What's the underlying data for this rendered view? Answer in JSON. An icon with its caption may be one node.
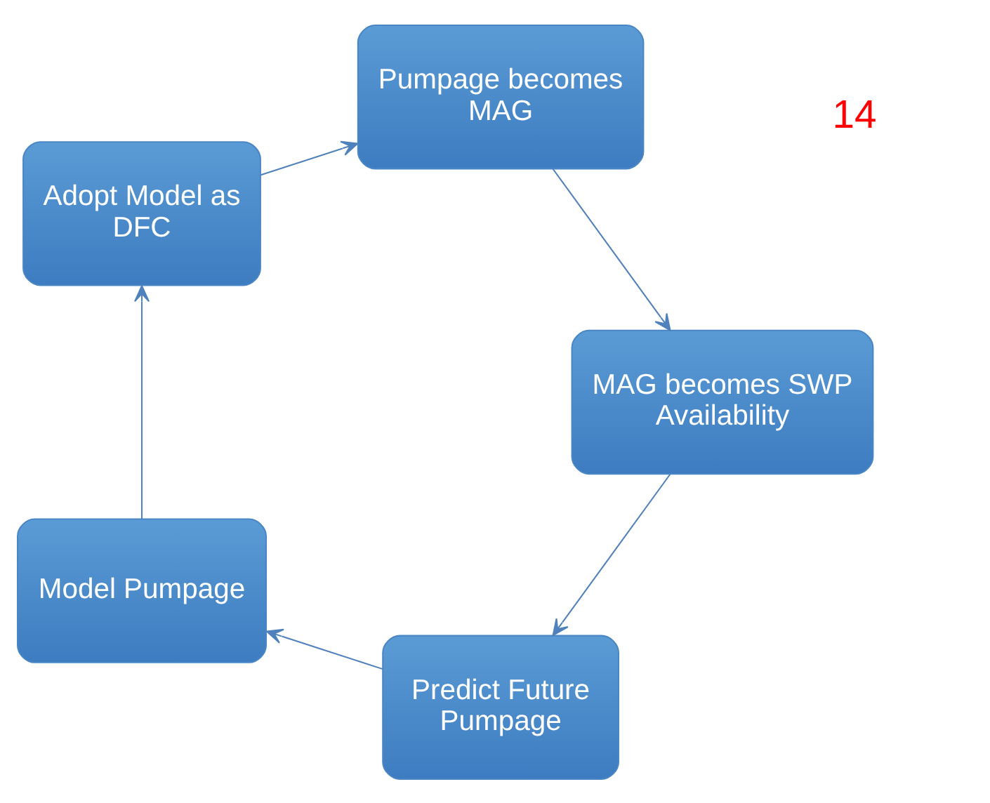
{
  "diagram": {
    "nodes": [
      {
        "text": [
          "Predict Future Pumpage"
        ]
      },
      {
        "text": [
          "Model Pumpage"
        ]
      },
      {
        "text": [
          "Adopt Model as DFC"
        ]
      },
      {
        "text": [
          "Pumpage becomes MAG"
        ]
      },
      {
        "text": [
          "MAG becomes SWP Availability"
        ]
      }
    ],
    "edges": [
      {
        "from": 0,
        "to": 1,
        "arrow": "to"
      },
      {
        "from": 1,
        "to": 2,
        "arrow": "to"
      },
      {
        "from": 2,
        "to": 3,
        "arrow": "to"
      },
      {
        "from": 3,
        "to": 4,
        "arrow": "to"
      },
      {
        "from": 4,
        "to": 0,
        "arrow": "to"
      }
    ],
    "labels": [
      "14"
    ]
  }
}
